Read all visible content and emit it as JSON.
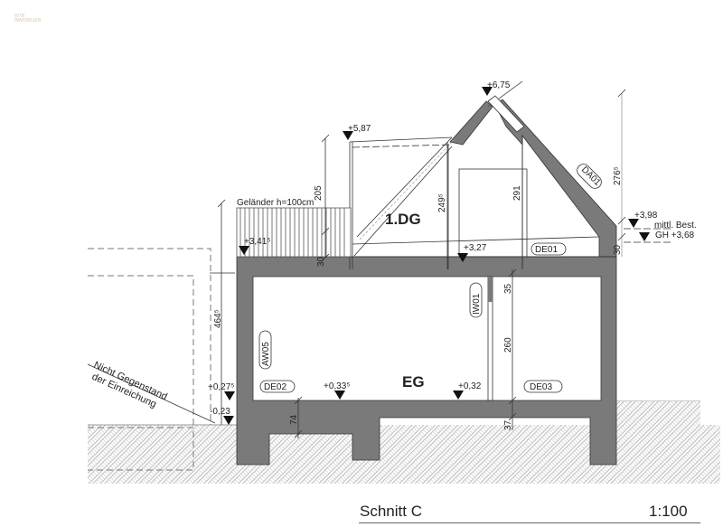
{
  "watermark": {
    "line1": "WTB",
    "line2": "IMMOBILIEN"
  },
  "footer": {
    "title": "Schnitt C",
    "scale": "1:100"
  },
  "colors": {
    "wall": "#7a7a7a",
    "line": "#333333",
    "hatch": "#bdbdbd",
    "background": "#ffffff"
  },
  "rooms": {
    "upper": "1.DG",
    "ground": "EG"
  },
  "levels": {
    "ridge": "+6,75",
    "terrace_roof": "+5,87",
    "terrace_floor": "+3,41⁵",
    "upper_floor": "+3,27",
    "eave": "+3,98",
    "eave_note": "mittl. Best.",
    "gh": "GH +3,68",
    "ground_floor_left": "+0,33⁵",
    "ground_floor_right": "+0,32",
    "outside_a": "+0,27⁵",
    "outside_b": "-0,23"
  },
  "dimensions": {
    "railing_height": "205",
    "terrace_slab": "30",
    "room_height_left": "249⁵",
    "room_height_mid": "291",
    "roof_height": "276⁵",
    "eave_slab": "30",
    "total_height": "464⁵",
    "slab_gf": "35",
    "gf_height": "260",
    "foundation_left": "74",
    "foundation_right": "37"
  },
  "tags": {
    "roof": "DA01",
    "ceiling_upper": "DE01",
    "ceiling_left": "DE02",
    "ceiling_right": "DE03",
    "wall_ext": "AW05",
    "wall_int": "IW01"
  },
  "notes": {
    "railing": "Geländer h=100cm",
    "exclusion_line1": "Nicht Gegenstand",
    "exclusion_line2": "der Einreichung"
  }
}
